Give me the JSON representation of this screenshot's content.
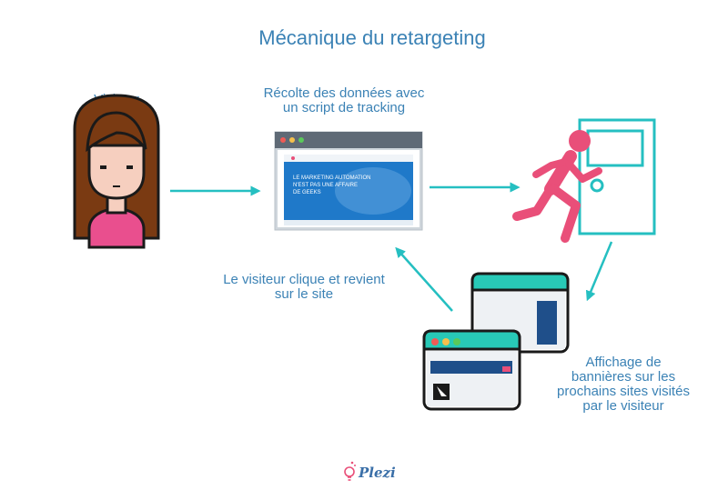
{
  "title": "Mécanique du retargeting",
  "steps": {
    "visitor": "Visiteur",
    "collect_line1": "Récolte des données avec",
    "collect_line2": "un script de tracking",
    "display_line1": "Affichage de",
    "display_line2": "bannières sur les",
    "display_line3": "prochains sites visités",
    "display_line4": "par le visiteur",
    "click_line1": "Le visiteur clique et revient",
    "click_line2": "sur le site"
  },
  "website_mock": {
    "line1": "LE MARKETING AUTOMATION",
    "line2": "N'EST PAS UNE AFFAIRE",
    "line3": "DE GEEKS"
  },
  "logo": {
    "text": "Plezi"
  },
  "colors": {
    "label_text": "#3b82b5",
    "arrow": "#25bfc1",
    "runner": "#e94f79",
    "door": "#25bfc1",
    "browser_header": "#28c9b7",
    "website_blue": "#1f79c9"
  },
  "icons": [
    "visitor-avatar-icon",
    "browser-window-icon",
    "runner-exit-icon",
    "door-icon",
    "banner-window-icon",
    "cursor-icon",
    "lightbulb-icon"
  ]
}
